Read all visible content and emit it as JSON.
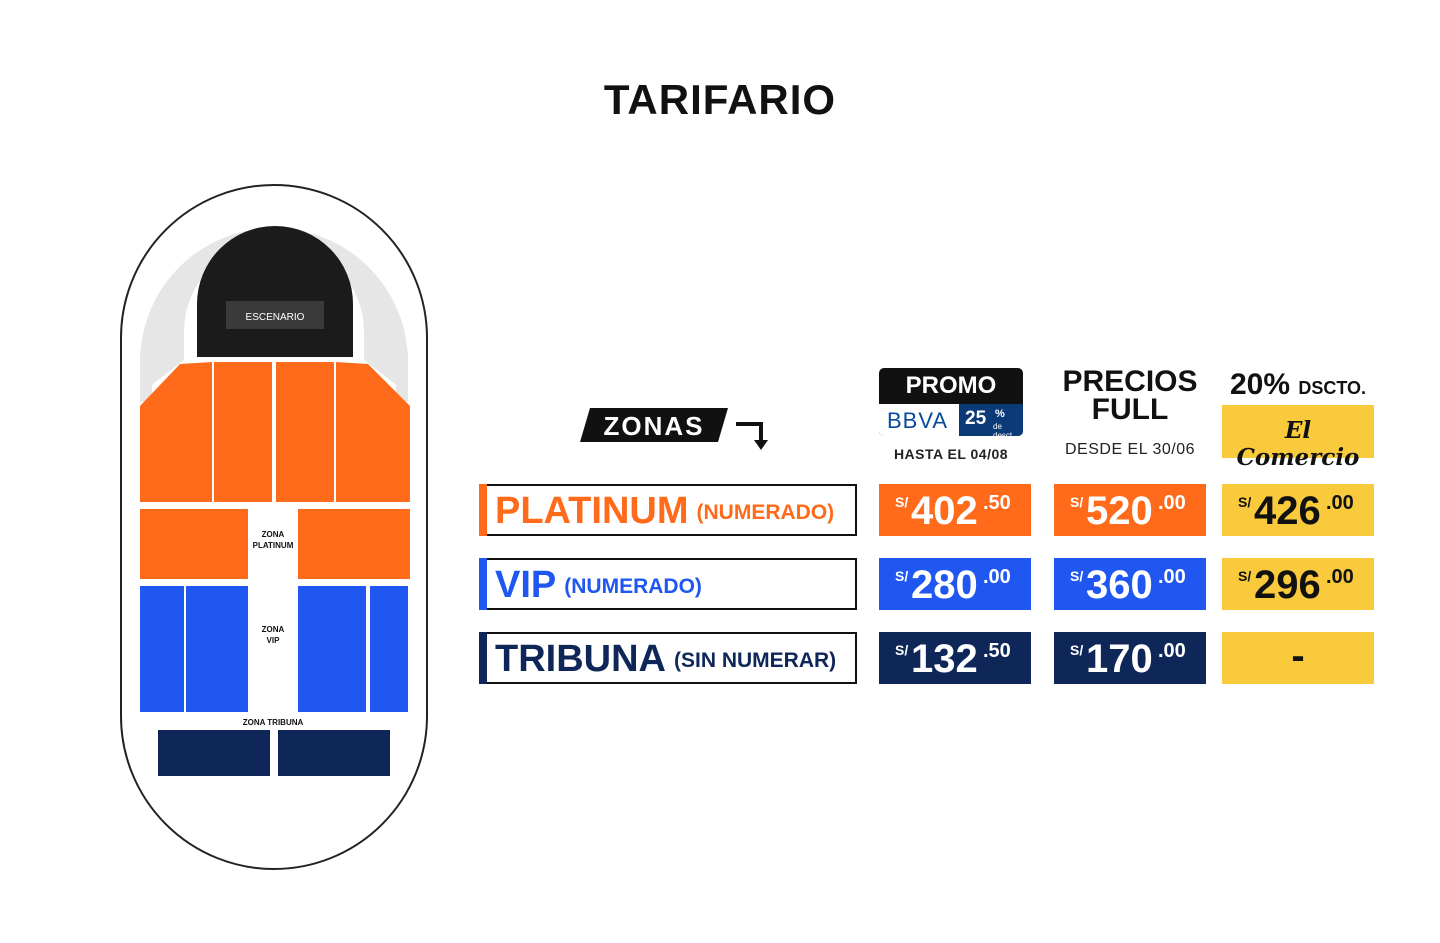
{
  "title": "TARIFARIO",
  "colors": {
    "platinum": "#ff6b1a",
    "vip": "#1f57f0",
    "tribuna": "#0f2658",
    "comercio": "#f9ca3c",
    "stage": "#1b1b1b"
  },
  "venue_map": {
    "stage_label": "ESCENARIO",
    "zone_platinum_label_line1": "ZONA",
    "zone_platinum_label_line2": "PLATINUM",
    "zone_vip_label_line1": "ZONA",
    "zone_vip_label_line2": "VIP",
    "zone_tribuna_label": "ZONA TRIBUNA"
  },
  "zonas_tag": "ZONAS",
  "headers": {
    "promo": {
      "title": "PROMO",
      "bank": "BBVA",
      "discount": "25",
      "discount_pct": "%",
      "discount_sub": "de desct.",
      "until": "HASTA EL 04/08"
    },
    "full": {
      "line1": "PRECIOS",
      "line2": "FULL",
      "since": "DESDE EL 30/06"
    },
    "discount": {
      "pct": "20%",
      "label": "DSCTO.",
      "partner": "El Comercio"
    }
  },
  "zones": [
    {
      "name": "PLATINUM",
      "type": "(NUMERADO)",
      "color": "#ff6b1a"
    },
    {
      "name": "VIP",
      "type": "(NUMERADO)",
      "color": "#1f57f0"
    },
    {
      "name": "TRIBUNA",
      "type": "(SIN NUMERAR)",
      "color": "#0f2658"
    }
  ],
  "prices": {
    "currency": "S/",
    "promo": [
      {
        "int": "402",
        "dec": ".50"
      },
      {
        "int": "280",
        "dec": ".00"
      },
      {
        "int": "132",
        "dec": ".50"
      }
    ],
    "full": [
      {
        "int": "520",
        "dec": ".00"
      },
      {
        "int": "360",
        "dec": ".00"
      },
      {
        "int": "170",
        "dec": ".00"
      }
    ],
    "discount": [
      {
        "int": "426",
        "dec": ".00"
      },
      {
        "int": "296",
        "dec": ".00"
      },
      {
        "dash": "-"
      }
    ]
  }
}
